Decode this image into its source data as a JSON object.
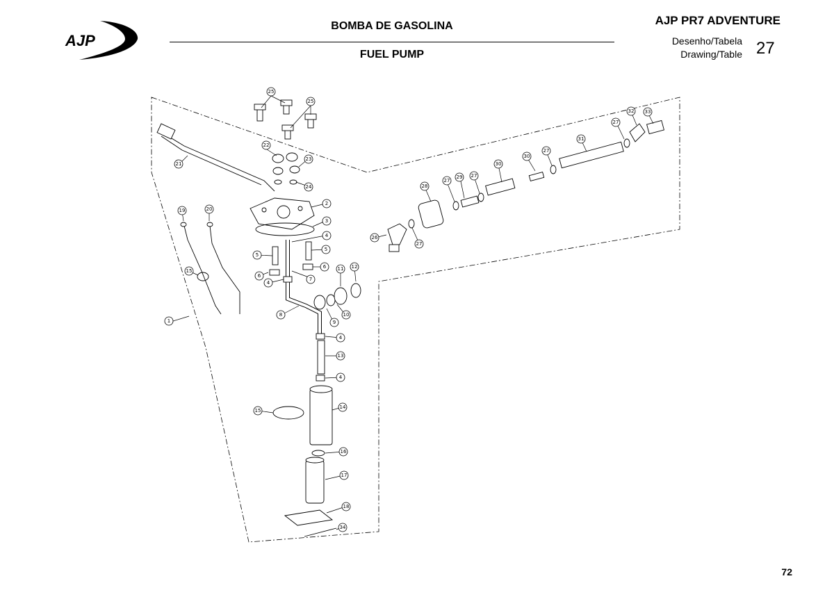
{
  "header": {
    "brand": "AJP",
    "title_pt": "BOMBA DE GASOLINA",
    "title_en": "FUEL PUMP",
    "model": "AJP PR7 ADVENTURE",
    "drawing_label_pt": "Desenho/Tabela",
    "drawing_label_en": "Drawing/Table",
    "drawing_number": "27"
  },
  "footer": {
    "page_number": "72"
  },
  "diagram": {
    "callouts": [
      "1",
      "2",
      "3",
      "4",
      "4",
      "4",
      "4",
      "5",
      "5",
      "6",
      "6",
      "7",
      "8",
      "9",
      "10",
      "11",
      "12",
      "13",
      "14",
      "15",
      "15",
      "16",
      "17",
      "18",
      "19",
      "20",
      "21",
      "22",
      "23",
      "24",
      "25",
      "25",
      "26",
      "27",
      "27",
      "27",
      "27",
      "27",
      "28",
      "29",
      "30",
      "30",
      "31",
      "32",
      "33",
      "34"
    ]
  }
}
